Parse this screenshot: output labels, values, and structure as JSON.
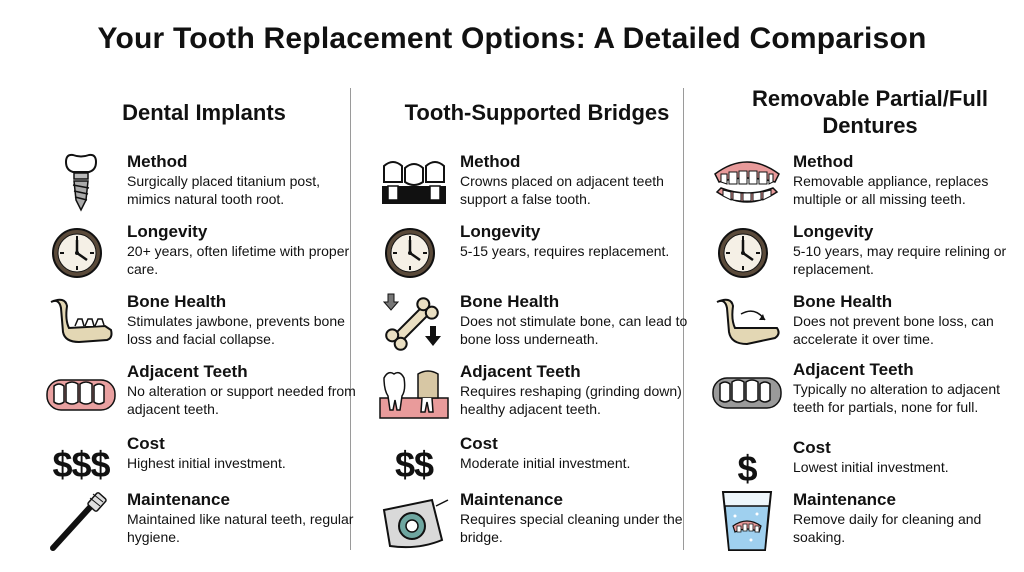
{
  "title": "Your Tooth Replacement Options: A Detailed Comparison",
  "columns": [
    {
      "heading": "Dental Implants",
      "rows": [
        {
          "label": "Method",
          "desc": "Surgically placed titanium post, mimics natural tooth root.",
          "icon": "implant-icon"
        },
        {
          "label": "Longevity",
          "desc": "20+ years, often lifetime with proper care.",
          "icon": "clock-icon"
        },
        {
          "label": "Bone Health",
          "desc": "Stimulates jawbone, prevents bone loss and facial collapse.",
          "icon": "jawbone-icon"
        },
        {
          "label": "Adjacent Teeth",
          "desc": "No alteration or support needed from adjacent teeth.",
          "icon": "teeth-row-icon"
        },
        {
          "label": "Cost",
          "desc": "Highest initial investment.",
          "icon": "dollar-icon",
          "symbol": "$$$"
        },
        {
          "label": "Maintenance",
          "desc": "Maintained like natural teeth, regular hygiene.",
          "icon": "toothbrush-icon"
        }
      ]
    },
    {
      "heading": "Tooth-Supported Bridges",
      "rows": [
        {
          "label": "Method",
          "desc": "Crowns placed on adjacent teeth support a false tooth.",
          "icon": "bridge-icon"
        },
        {
          "label": "Longevity",
          "desc": "5-15 years, requires replacement.",
          "icon": "clock-icon"
        },
        {
          "label": "Bone Health",
          "desc": "Does not stimulate bone, can lead to bone loss underneath.",
          "icon": "bone-arrows-icon"
        },
        {
          "label": "Adjacent Teeth",
          "desc": "Requires reshaping (grinding down) healthy adjacent teeth.",
          "icon": "reshaped-teeth-icon"
        },
        {
          "label": "Cost",
          "desc": "Moderate initial investment.",
          "icon": "dollar-icon",
          "symbol": "$$"
        },
        {
          "label": "Maintenance",
          "desc": "Requires special cleaning under the bridge.",
          "icon": "floss-icon"
        }
      ]
    },
    {
      "heading": "Removable Partial/Full Dentures",
      "rows": [
        {
          "label": "Method",
          "desc": "Removable appliance, replaces multiple or all missing teeth.",
          "icon": "dentures-icon"
        },
        {
          "label": "Longevity",
          "desc": "5-10 years, may require relining or replacement.",
          "icon": "clock-icon"
        },
        {
          "label": "Bone Health",
          "desc": "Does not prevent bone loss, can accelerate it over time.",
          "icon": "jawbone-loss-icon"
        },
        {
          "label": "Adjacent Teeth",
          "desc": "Typically no alteration to adjacent teeth for partials, none for full.",
          "icon": "gray-teeth-icon"
        },
        {
          "label": "Cost",
          "desc": "Lowest initial investment.",
          "icon": "dollar-icon",
          "symbol": "$"
        },
        {
          "label": "Maintenance",
          "desc": "Remove daily for cleaning and soaking.",
          "icon": "soaking-glass-icon"
        }
      ]
    }
  ]
}
